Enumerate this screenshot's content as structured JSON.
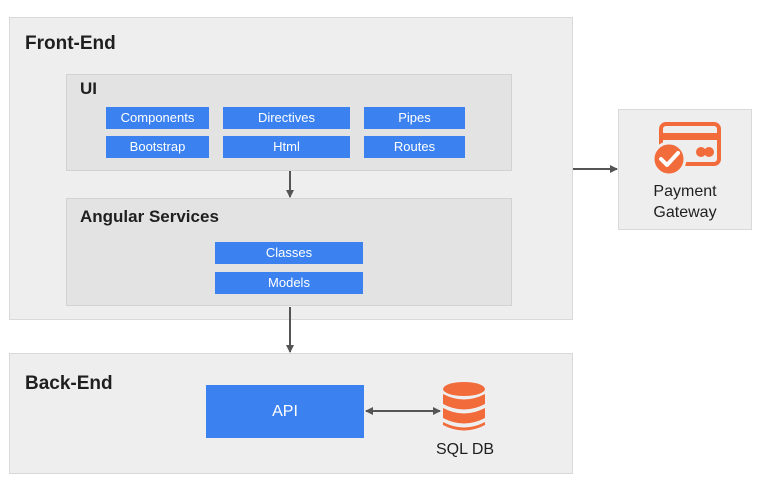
{
  "frontend": {
    "title": "Front-End",
    "ui": {
      "title": "UI",
      "chips": [
        "Components",
        "Directives",
        "Pipes",
        "Bootstrap",
        "Html",
        "Routes"
      ]
    },
    "services": {
      "title": "Angular Services",
      "chips": [
        "Classes",
        "Models"
      ]
    }
  },
  "payment": {
    "line1": "Payment",
    "line2": "Gateway",
    "icon": "credit-card-check-icon"
  },
  "backend": {
    "title": "Back-End",
    "api_label": "API",
    "db": {
      "label": "SQL DB",
      "icon": "database-icon"
    }
  },
  "colors": {
    "chip": "#3b82f0",
    "accent": "#f26b3a",
    "outer_panel": "#efeeef",
    "inner_panel": "#e4e3e4",
    "arrow": "#555555"
  }
}
